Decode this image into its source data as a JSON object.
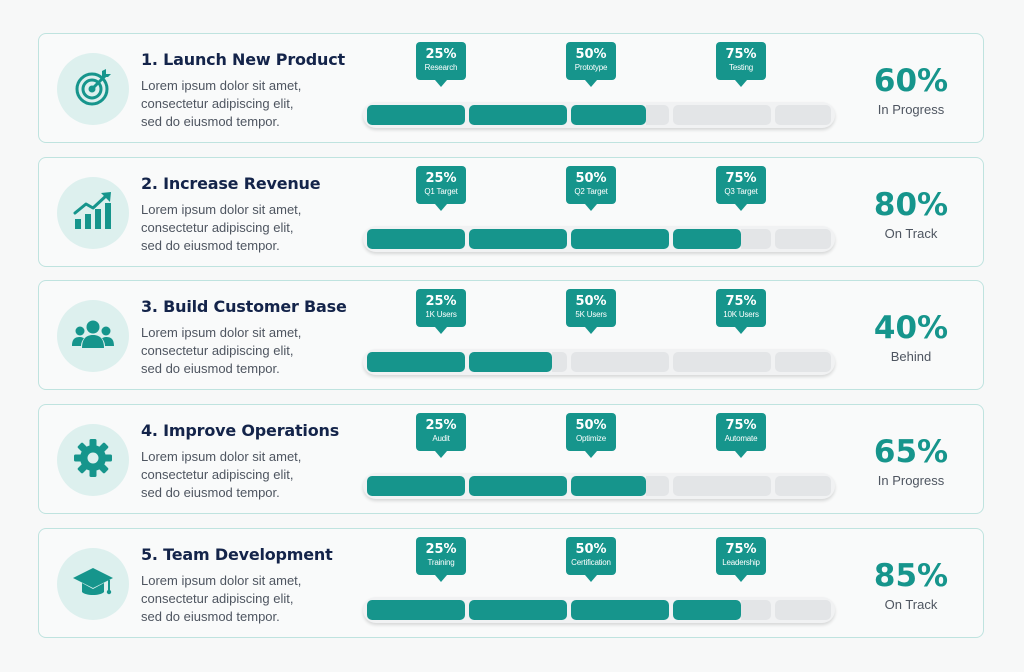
{
  "theme": {
    "accent": "#16958c",
    "title_color": "#14244a",
    "track_color": "#e3e5e7",
    "icon_bg": "#ddf0ee"
  },
  "rows": [
    {
      "title": "1. Launch New Product",
      "description": [
        "Lorem ipsum dolor sit amet,",
        "consectetur adipiscing elit,",
        "sed do eiusmod tempor."
      ],
      "icon": "target-icon",
      "milestones": [
        {
          "pct": "25%",
          "label": "Research"
        },
        {
          "pct": "50%",
          "label": "Prototype"
        },
        {
          "pct": "75%",
          "label": "Testing"
        }
      ],
      "progress": 60,
      "result": "60%",
      "status": "In Progress"
    },
    {
      "title": "2. Increase Revenue",
      "description": [
        "Lorem ipsum dolor sit amet,",
        "consectetur adipiscing elit,",
        "sed do eiusmod tempor."
      ],
      "icon": "growth-chart-icon",
      "milestones": [
        {
          "pct": "25%",
          "label": "Q1 Target"
        },
        {
          "pct": "50%",
          "label": "Q2 Target"
        },
        {
          "pct": "75%",
          "label": "Q3 Target"
        }
      ],
      "progress": 80,
      "result": "80%",
      "status": "On Track"
    },
    {
      "title": "3. Build Customer Base",
      "description": [
        "Lorem ipsum dolor sit amet,",
        "consectetur adipiscing elit,",
        "sed do eiusmod tempor."
      ],
      "icon": "users-icon",
      "milestones": [
        {
          "pct": "25%",
          "label": "1K Users"
        },
        {
          "pct": "50%",
          "label": "5K Users"
        },
        {
          "pct": "75%",
          "label": "10K Users"
        }
      ],
      "progress": 40,
      "result": "40%",
      "status": "Behind"
    },
    {
      "title": "4. Improve Operations",
      "description": [
        "Lorem ipsum dolor sit amet,",
        "consectetur adipiscing elit,",
        "sed do eiusmod tempor."
      ],
      "icon": "gear-icon",
      "milestones": [
        {
          "pct": "25%",
          "label": "Audit"
        },
        {
          "pct": "50%",
          "label": "Optimize"
        },
        {
          "pct": "75%",
          "label": "Automate"
        }
      ],
      "progress": 60,
      "result": "65%",
      "status": "In Progress"
    },
    {
      "title": "5. Team Development",
      "description": [
        "Lorem ipsum dolor sit amet,",
        "consectetur adipiscing elit,",
        "sed do eiusmod tempor."
      ],
      "icon": "graduation-cap-icon",
      "milestones": [
        {
          "pct": "25%",
          "label": "Training"
        },
        {
          "pct": "50%",
          "label": "Certification"
        },
        {
          "pct": "75%",
          "label": "Leadership"
        }
      ],
      "progress": 80,
      "result": "85%",
      "status": "On Track"
    }
  ]
}
